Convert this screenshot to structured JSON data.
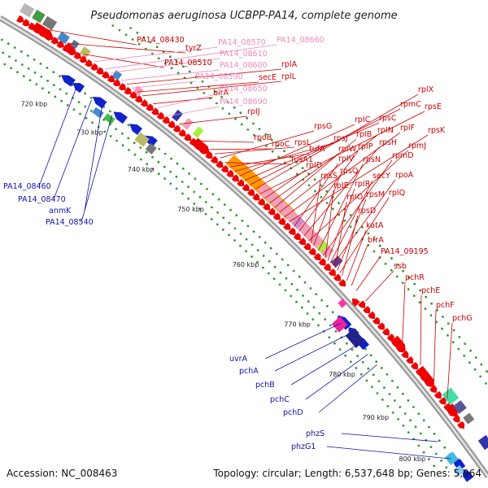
{
  "title": "Pseudomonas aeruginosa UCBPP-PA14, complete genome",
  "footer": {
    "accession": "Accession: NC_008463",
    "summary": "Topology: circular; Length: 6,537,648 bp; Genes: 5,964"
  },
  "colors": {
    "forward_gene": "#ee0000",
    "label_red": "#cc0000",
    "label_pink": "#ee88bb",
    "label_blue": "#1111aa",
    "backbone": "#a0a0a0",
    "tick_dots": "#339933"
  },
  "scale_labels": [
    "720 kbp",
    "730 kbp",
    "740 kbp",
    "750 kbp",
    "760 kbp",
    "770 kbp",
    "780 kbp",
    "790 kbp",
    "800 kbp"
  ],
  "labels_red_pink": [
    {
      "text": "PA14_08430",
      "color": "red"
    },
    {
      "text": "tyrZ",
      "color": "red"
    },
    {
      "text": "PA14_08510",
      "color": "red"
    },
    {
      "text": "PA14_08570",
      "color": "pink"
    },
    {
      "text": "PA14_08660",
      "color": "pink"
    },
    {
      "text": "PA14_08610",
      "color": "pink"
    },
    {
      "text": "PA14_08600",
      "color": "pink"
    },
    {
      "text": "rplA",
      "color": "red"
    },
    {
      "text": "PA14_08590",
      "color": "pink"
    },
    {
      "text": "secE",
      "color": "red"
    },
    {
      "text": "rplL",
      "color": "red"
    },
    {
      "text": "birA",
      "color": "red"
    },
    {
      "text": "PA14_08650",
      "color": "pink"
    },
    {
      "text": "PA14_08690",
      "color": "pink"
    },
    {
      "text": "rpIJ",
      "color": "red"
    },
    {
      "text": "rpoB",
      "color": "red"
    },
    {
      "text": "rpoC",
      "color": "red"
    },
    {
      "text": "rpsL",
      "color": "red"
    },
    {
      "text": "rpsG",
      "color": "red"
    },
    {
      "text": "fusA1",
      "color": "red"
    },
    {
      "text": "tufA",
      "color": "red"
    },
    {
      "text": "rpsJ",
      "color": "red"
    },
    {
      "text": "rpIC",
      "color": "red"
    },
    {
      "text": "rpsC",
      "color": "red"
    },
    {
      "text": "rpmC",
      "color": "red"
    },
    {
      "text": "rplX",
      "color": "red"
    },
    {
      "text": "rpsE",
      "color": "red"
    },
    {
      "text": "rpID",
      "color": "red"
    },
    {
      "text": "rpIW",
      "color": "red"
    },
    {
      "text": "rpIB",
      "color": "red"
    },
    {
      "text": "rpIN",
      "color": "red"
    },
    {
      "text": "rplF",
      "color": "red"
    },
    {
      "text": "rpsK",
      "color": "red"
    },
    {
      "text": "rpIV",
      "color": "red"
    },
    {
      "text": "rpIP",
      "color": "red"
    },
    {
      "text": "rpsH",
      "color": "red"
    },
    {
      "text": "rpmJ",
      "color": "red"
    },
    {
      "text": "rpsS",
      "color": "red"
    },
    {
      "text": "rpsQ",
      "color": "red"
    },
    {
      "text": "rpsN",
      "color": "red"
    },
    {
      "text": "rpmD",
      "color": "red"
    },
    {
      "text": "rpIE",
      "color": "red"
    },
    {
      "text": "rpIR",
      "color": "red"
    },
    {
      "text": "secY",
      "color": "red"
    },
    {
      "text": "rpoA",
      "color": "red"
    },
    {
      "text": "rpIO",
      "color": "red"
    },
    {
      "text": "rpsM",
      "color": "red"
    },
    {
      "text": "rplQ",
      "color": "red"
    },
    {
      "text": "rpsD",
      "color": "red"
    },
    {
      "text": "katA",
      "color": "red"
    },
    {
      "text": "bfrA",
      "color": "red"
    },
    {
      "text": "PA14_09195",
      "color": "red"
    },
    {
      "text": "ssb",
      "color": "red"
    },
    {
      "text": "pchR",
      "color": "red"
    },
    {
      "text": "pchE",
      "color": "red"
    },
    {
      "text": "pchF",
      "color": "red"
    },
    {
      "text": "pchG",
      "color": "red"
    }
  ],
  "labels_blue": [
    "PA14_08460",
    "PA14_08470",
    "anmK",
    "PA14_08540",
    "uvrA",
    "pchA",
    "pchB",
    "pchC",
    "pchD",
    "phzS",
    "phzG1"
  ]
}
